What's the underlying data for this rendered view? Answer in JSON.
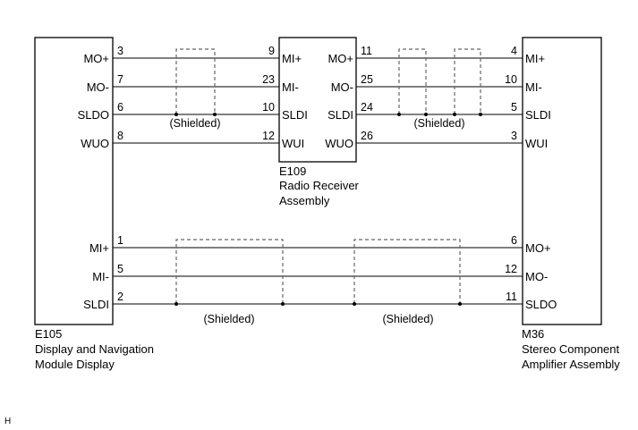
{
  "e105": {
    "code": "E105",
    "name_line1": "Display and Navigation",
    "name_line2": "Module Display",
    "pins_top": [
      {
        "label": "MO+",
        "num": "3"
      },
      {
        "label": "MO-",
        "num": "7"
      },
      {
        "label": "SLDO",
        "num": "6"
      },
      {
        "label": "WUO",
        "num": "8"
      }
    ],
    "pins_bottom": [
      {
        "label": "MI+",
        "num": "1"
      },
      {
        "label": "MI-",
        "num": "5"
      },
      {
        "label": "SLDI",
        "num": "2"
      }
    ]
  },
  "e109": {
    "code": "E109",
    "name_line1": "Radio Receiver",
    "name_line2": "Assembly",
    "pins_left": [
      {
        "label": "MI+",
        "num": "9"
      },
      {
        "label": "MI-",
        "num": "23"
      },
      {
        "label": "SLDI",
        "num": "10"
      },
      {
        "label": "WUI",
        "num": "12"
      }
    ],
    "pins_right": [
      {
        "label": "MO+",
        "num": "11"
      },
      {
        "label": "MO-",
        "num": "25"
      },
      {
        "label": "SLDI",
        "num": "24"
      },
      {
        "label": "WUO",
        "num": "26"
      }
    ]
  },
  "m36": {
    "code": "M36",
    "name_line1": "Stereo Component",
    "name_line2": "Amplifier Assembly",
    "pins_top": [
      {
        "label": "MI+",
        "num": "4"
      },
      {
        "label": "MI-",
        "num": "10"
      },
      {
        "label": "SLDI",
        "num": "5"
      },
      {
        "label": "WUI",
        "num": "3"
      }
    ],
    "pins_bottom": [
      {
        "label": "MO+",
        "num": "6"
      },
      {
        "label": "MO-",
        "num": "12"
      },
      {
        "label": "SLDO",
        "num": "11"
      }
    ]
  },
  "shield_labels": {
    "s1": "(Shielded)",
    "s2": "(Shielded)",
    "s3": "(Shielded)",
    "s4": "(Shielded)"
  },
  "corner_mark": "H"
}
